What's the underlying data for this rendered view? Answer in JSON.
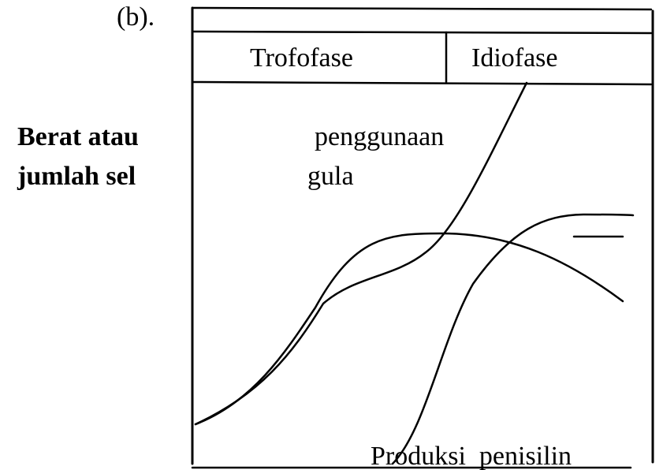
{
  "figure": {
    "label": "(b).",
    "y_axis_label": [
      "Berat atau",
      "jumlah sel"
    ],
    "phases": [
      "Trofofase",
      "Idiofase"
    ],
    "curve_labels": {
      "sugar": [
        "penggunaan",
        "gula"
      ],
      "penicillin": "Produksi  penisilin"
    }
  }
}
